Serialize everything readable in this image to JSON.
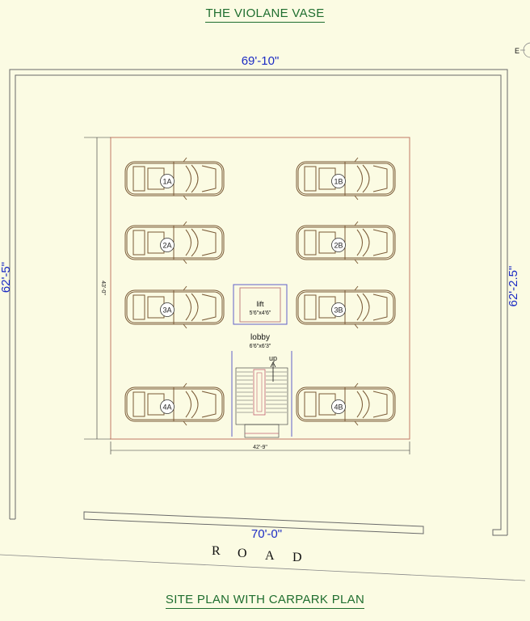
{
  "title": "THE VIOLANE VASE",
  "subtitle": "SITE PLAN WITH CARPARK PLAN",
  "compass_label": "E",
  "dimensions": {
    "top": "69'-10\"",
    "bottom": "70'-0\"",
    "left": "62'-5\"",
    "right": "62'-2.5\"",
    "inner_width": "42'-9\"",
    "inner_height": "43'-0\""
  },
  "lift": {
    "label": "lift",
    "size": "5'6\"x4'6\""
  },
  "lobby": {
    "label": "lobby",
    "size": "6'6\"x6'3\""
  },
  "stair_label": "up",
  "road": [
    "R",
    "O",
    "A",
    "D"
  ],
  "parking_slots": [
    "1A",
    "1B",
    "2A",
    "2B",
    "3A",
    "3B",
    "4A",
    "4B"
  ],
  "colors": {
    "background": "#fbfbe3",
    "wall": "#6a6a6a",
    "inner_boundary": "#c07a66",
    "car": "#7a5a36",
    "stair": "#6060c8",
    "title": "#1f6e2f",
    "dimension": "#1c2bc4"
  }
}
